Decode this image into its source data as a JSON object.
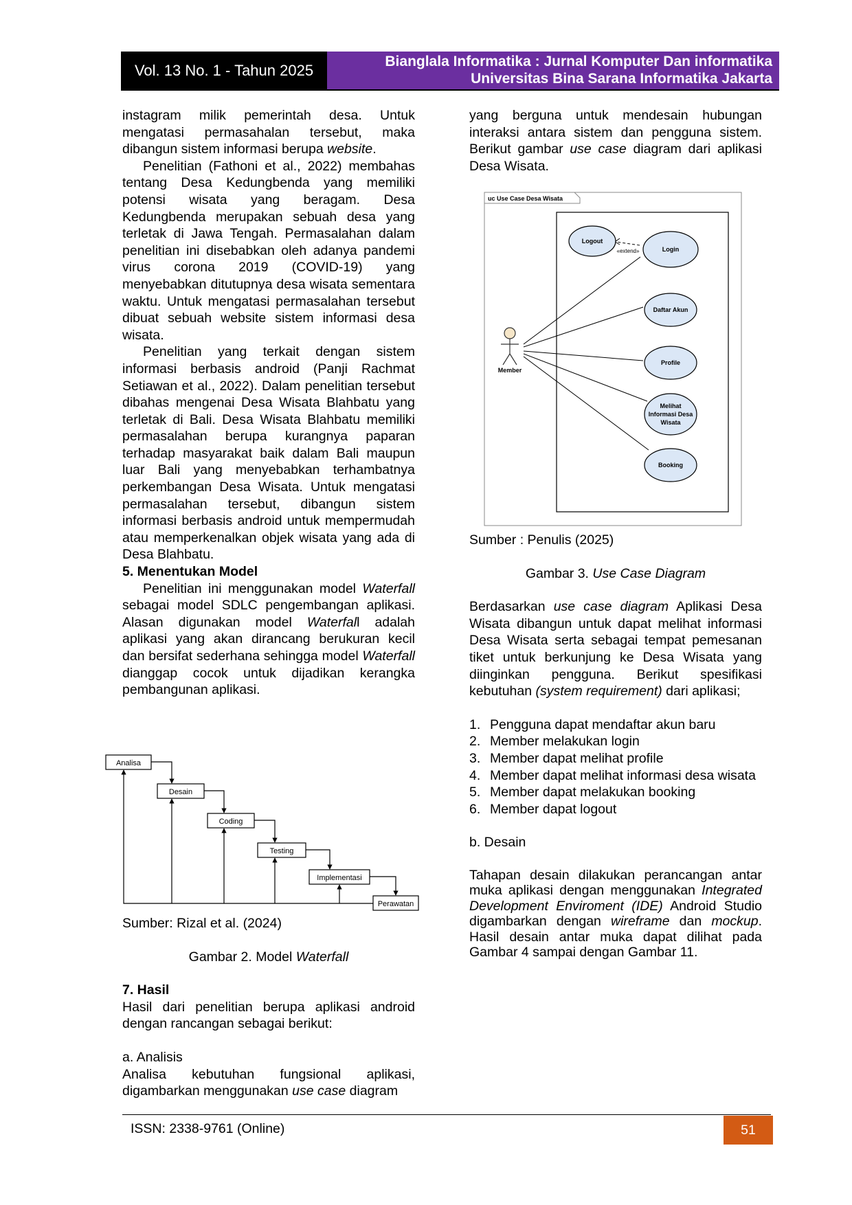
{
  "header": {
    "volume": "Vol. 13 No. 1 - Tahun 2025",
    "journal_line1": "Bianglala Informatika : Jurnal Komputer Dan informatika",
    "journal_line2": "Universitas Bina Sarana Informatika Jakarta"
  },
  "left": {
    "p1_a": "instagram milik pemerintah desa. Untuk mengatasi permasahalan tersebut, maka dibangun sistem informasi berupa ",
    "p1_em": "website",
    "p1_b": ".",
    "p2": "Penelitian (Fathoni et al., 2022) membahas tentang Desa Kedungbenda yang memiliki potensi wisata yang beragam. Desa Kedungbenda merupakan sebuah desa yang terletak di Jawa Tengah. Permasalahan dalam penelitian ini disebabkan oleh adanya pandemi virus corona 2019 (COVID-19) yang menyebabkan ditutupnya desa wisata sementara waktu. Untuk mengatasi permasalahan tersebut dibuat sebuah website sistem informasi desa wisata.",
    "p3": "Penelitian yang terkait dengan sistem informasi berbasis android (Panji Rachmat Setiawan et al., 2022). Dalam penelitian tersebut dibahas mengenai Desa Wisata Blahbatu yang terletak di Bali. Desa Wisata Blahbatu memiliki permasalahan berupa kurangnya paparan terhadap masyarakat baik dalam Bali maupun luar Bali yang menyebabkan terhambatnya perkembangan Desa Wisata. Untuk mengatasi permasalahan tersebut, dibangun sistem informasi berbasis android untuk mempermudah atau memperkenalkan objek wisata yang ada di Desa Blahbatu.",
    "sec5_title": "5.  Menentukan Model",
    "p4_a": "Penelitian ini menggunakan model ",
    "p4_em1": "Waterfall",
    "p4_b": " sebagai model SDLC pengembangan aplikasi. Alasan digunakan model ",
    "p4_em2": "Waterfal",
    "p4_c": "l adalah aplikasi yang akan dirancang berukuran kecil dan bersifat sederhana sehingga model ",
    "p4_em3": "Waterfall",
    "p4_d": " dianggap cocok untuk dijadikan kerangka pembangunan aplikasi.",
    "fig2_source": "Sumber: Rizal et al. (2024)",
    "fig2_caption_a": "Gambar 2. Model ",
    "fig2_caption_em": "Waterfall",
    "sec7_title": "7.  Hasil",
    "p5": "Hasil dari penelitian berupa aplikasi android dengan rancangan sebagai berikut:",
    "sub_a": "a.  Analisis",
    "p6_a": "Analisa kebutuhan fungsional aplikasi, digambarkan menggunakan ",
    "p6_em": "use case",
    "p6_b": " diagram"
  },
  "waterfall": {
    "steps": [
      "Analisa",
      "Desain",
      "Coding",
      "Testing",
      "Implementasi",
      "Perawatan"
    ]
  },
  "usecase": {
    "frame_title": "uc Use Case Desa Wisata",
    "actor": "Member",
    "extend_label": "«extend»",
    "cases": {
      "logout": "Logout",
      "login": "Login",
      "daftar": "Daftar Akun",
      "profile": "Profile",
      "melihat_1": "Melihat",
      "melihat_2": "Informasi Desa",
      "melihat_3": "Wisata",
      "booking": "Booking"
    }
  },
  "right": {
    "p1_a": "yang berguna untuk mendesain hubungan interaksi antara sistem dan pengguna sistem. Berikut gambar ",
    "p1_em": "use case",
    "p1_b": " diagram dari aplikasi Desa Wisata.",
    "fig3_source": "Sumber : Penulis (2025)",
    "fig3_caption_a": "Gambar 3. ",
    "fig3_caption_em": "Use Case Diagram",
    "p2_a": "Berdasarkan ",
    "p2_em1": "use case diagram",
    "p2_b": " Aplikasi Desa Wisata dibangun untuk dapat melihat informasi Desa Wisata serta sebagai tempat pemesanan tiket untuk berkunjung ke Desa Wisata yang diinginkan pengguna. Berikut spesifikasi kebutuhan ",
    "p2_em2": "(system requirement)",
    "p2_c": " dari aplikasi;",
    "list": [
      {
        "n": "1.",
        "t": "Pengguna dapat mendaftar akun baru"
      },
      {
        "n": "2.",
        "t": "Member melakukan login"
      },
      {
        "n": "3.",
        "t": "Member dapat melihat profile"
      },
      {
        "n": "4.",
        "t": "Member dapat melihat informasi desa wisata"
      },
      {
        "n": "5.",
        "t": "Member dapat melakukan booking"
      },
      {
        "n": "6.",
        "t": "Member dapat logout"
      }
    ],
    "sub_b": "b.  Desain",
    "p3_a": "Tahapan desain dilakukan perancangan antar muka aplikasi dengan menggunakan ",
    "p3_em1": "Integrated Development Enviroment (IDE)",
    "p3_b": " Android Studio digambarkan dengan ",
    "p3_em2": "wireframe",
    "p3_c": " dan ",
    "p3_em3": "mockup",
    "p3_d": ". Hasil desain antar muka dapat dilihat pada Gambar 4 sampai dengan Gambar 11."
  },
  "footer": {
    "issn": "ISSN: 2338-9761 (Online)",
    "page": "51"
  },
  "colors": {
    "header_dark": "#000000",
    "header_purple": "#6b2fa0",
    "page_badge": "#d35b14",
    "usecase_fill": "#dbe7f6"
  }
}
